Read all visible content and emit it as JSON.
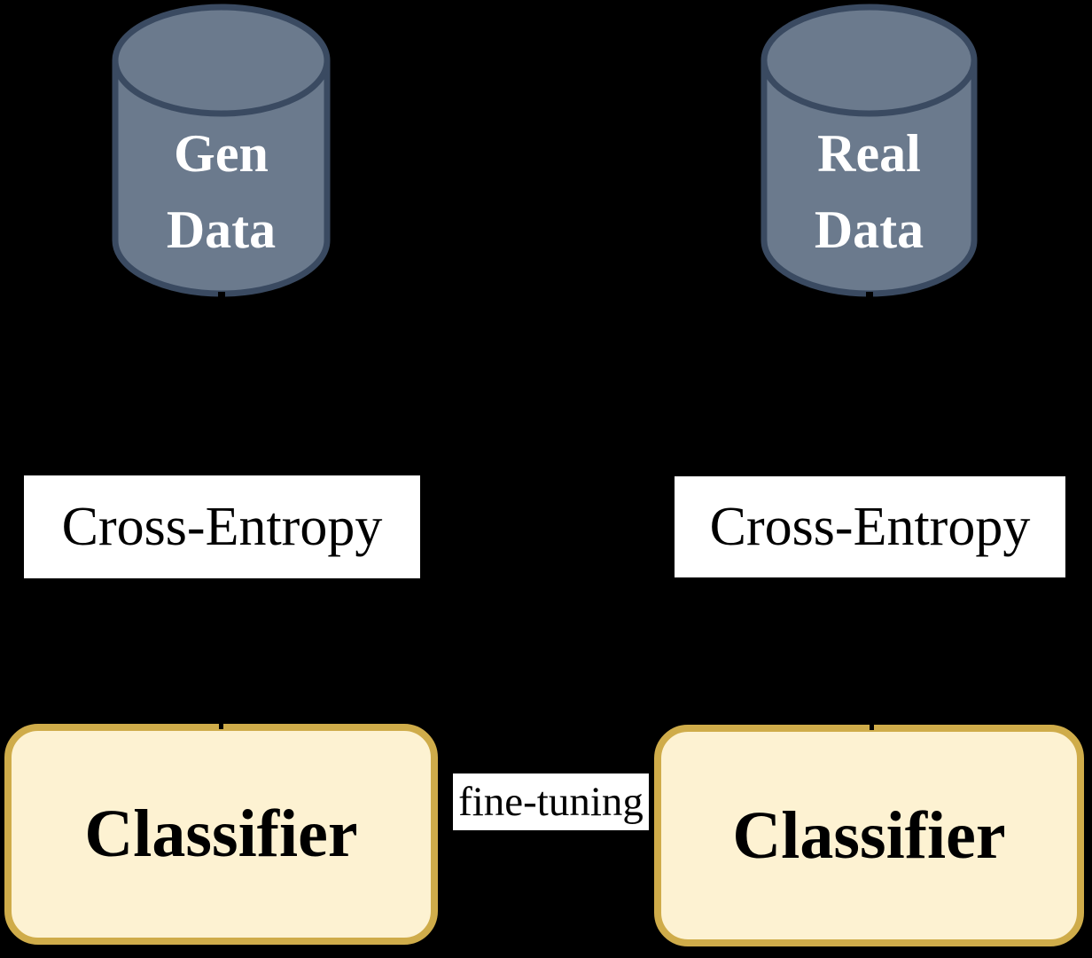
{
  "diagram": {
    "nodes": {
      "gen_data": {
        "label": "Gen\nData",
        "shape": "database-cylinder"
      },
      "real_data": {
        "label": "Real\nData",
        "shape": "database-cylinder"
      },
      "cross_entropy_left": {
        "label": "Cross-Entropy"
      },
      "cross_entropy_right": {
        "label": "Cross-Entropy"
      },
      "classifier_left": {
        "label": "Classifier"
      },
      "classifier_right": {
        "label": "Classifier"
      }
    },
    "edges": {
      "fine_tuning": {
        "label": "fine-tuning"
      }
    }
  },
  "colors": {
    "background": "#000000",
    "cylinder_fill": "#6b7a8d",
    "cylinder_stroke": "#3a4a61",
    "classifier_fill": "#fdf2d2",
    "classifier_border": "#cfac4a",
    "box_bg": "#ffffff",
    "box_border": "#000000",
    "text_light": "#ffffff",
    "text_dark": "#000000"
  }
}
